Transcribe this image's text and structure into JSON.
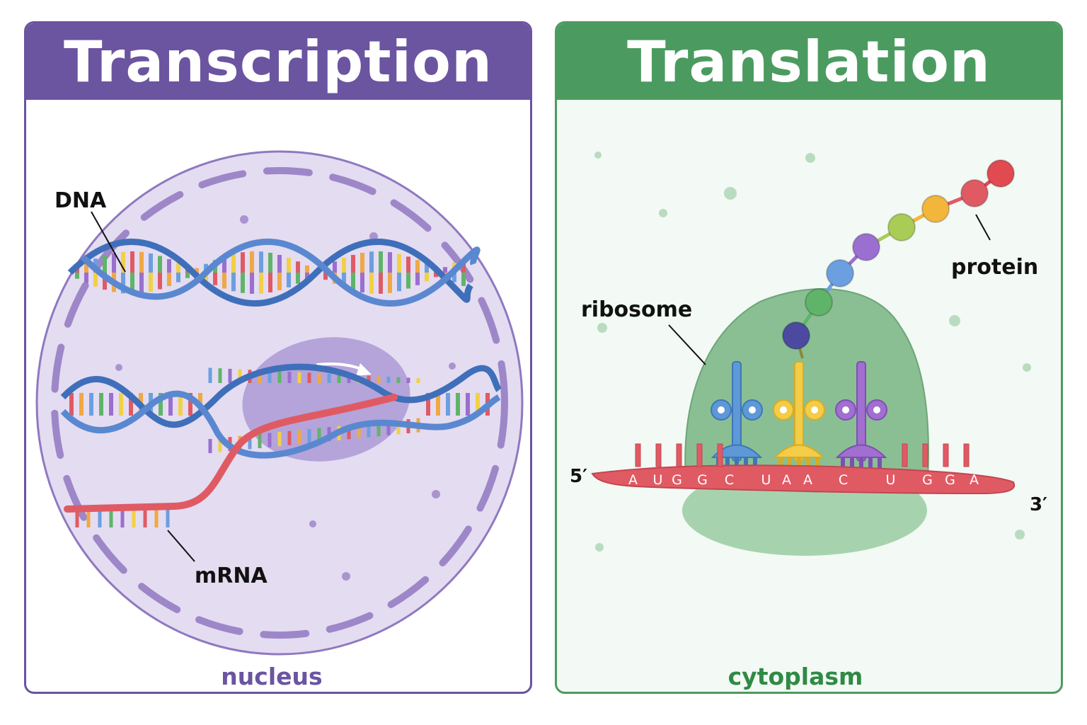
{
  "transcription": {
    "title": "Transcription",
    "labels": {
      "dna": "DNA",
      "mrna": "mRNA",
      "location": "nucleus"
    }
  },
  "translation": {
    "title": "Translation",
    "labels": {
      "ribosome": "ribosome",
      "protein": "protein",
      "location": "cytoplasm",
      "five_prime": "5′",
      "three_prime": "3′"
    },
    "codon_letters": [
      "A",
      "U",
      "G",
      "G",
      "C",
      "U",
      "A",
      "A",
      "C",
      "U",
      "G",
      "G",
      "A"
    ]
  },
  "colors": {
    "transcription_header": "#6b54a0",
    "translation_header": "#4b9b60",
    "dna_strand": "#3f6fba",
    "mrna_strand": "#e05a64",
    "nucleus_fill": "#e4dcf1",
    "ribosome_fill": "#8fc398",
    "base_colors": [
      "#e05a64",
      "#f0a844",
      "#6b9fe0",
      "#5fb46a",
      "#9a6fcf",
      "#f2d046"
    ]
  }
}
